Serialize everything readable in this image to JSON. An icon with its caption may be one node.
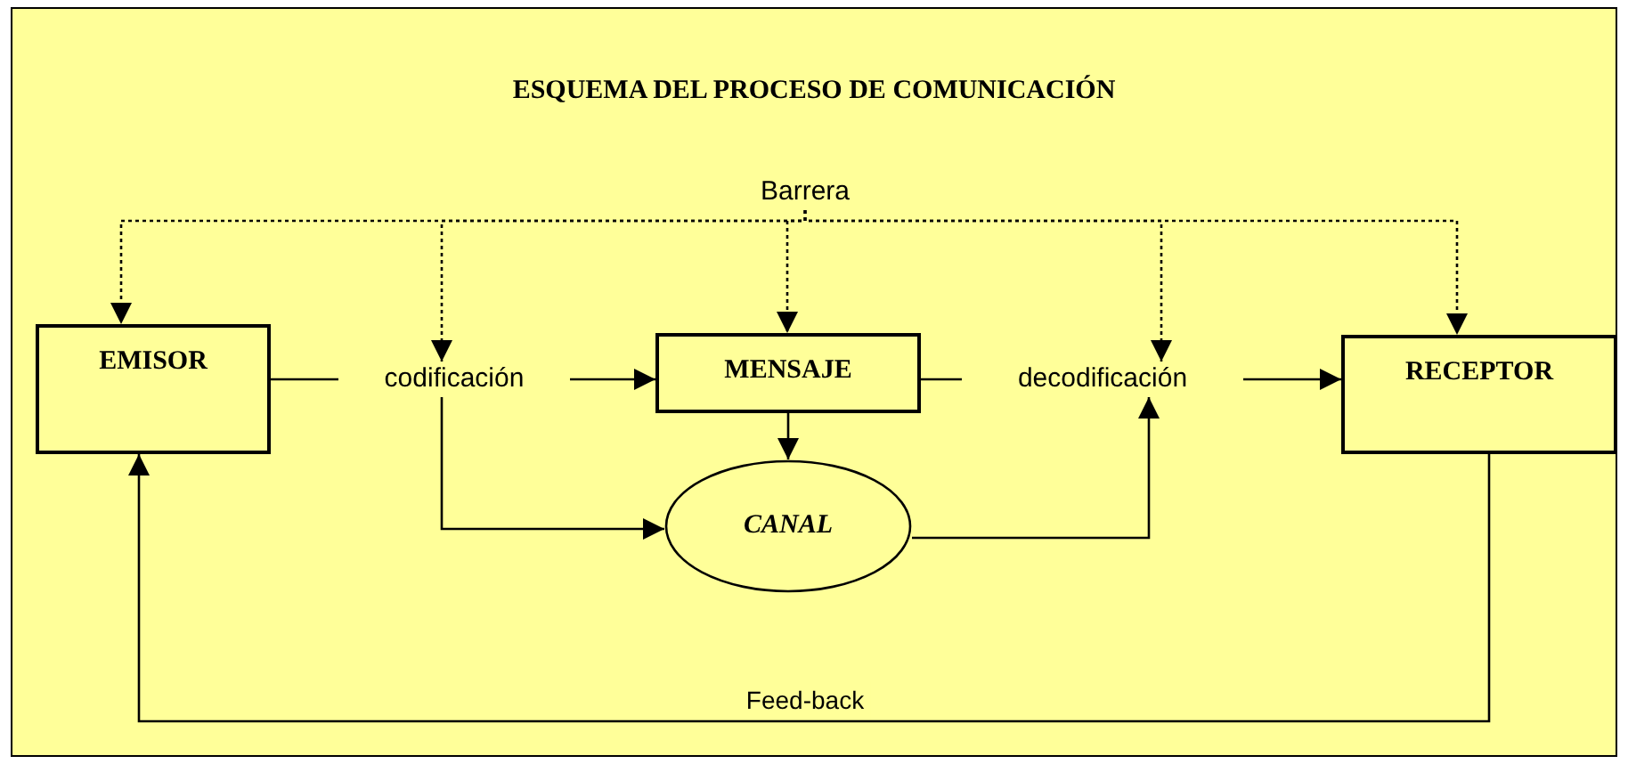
{
  "diagram": {
    "title": "ESQUEMA DEL PROCESO DE COMUNICACIÓN",
    "nodes": [
      {
        "text": [
          "Barrera"
        ]
      },
      {
        "text": [
          "EMISOR"
        ]
      },
      {
        "text": [
          "codificación"
        ]
      },
      {
        "text": [
          "MENSAJE"
        ]
      },
      {
        "text": [
          "decodificación"
        ]
      },
      {
        "text": [
          "RECEPTOR"
        ]
      },
      {
        "text": [
          "CANAL"
        ]
      }
    ],
    "edges": [
      {
        "from": 0,
        "to": 1,
        "arrow": "to",
        "style": "dashed"
      },
      {
        "from": 0,
        "to": 2,
        "arrow": "to",
        "style": "dashed"
      },
      {
        "from": 0,
        "to": 3,
        "arrow": "to",
        "style": "dashed"
      },
      {
        "from": 0,
        "to": 4,
        "arrow": "to",
        "style": "dashed"
      },
      {
        "from": 0,
        "to": 5,
        "arrow": "to",
        "style": "dashed"
      },
      {
        "from": 1,
        "to": 2,
        "arrow": "none"
      },
      {
        "from": 2,
        "to": 3,
        "arrow": "to"
      },
      {
        "from": 3,
        "to": 4,
        "arrow": "none"
      },
      {
        "from": 4,
        "to": 5,
        "arrow": "to"
      },
      {
        "from": 3,
        "to": 6,
        "arrow": "to"
      },
      {
        "from": 2,
        "to": 6,
        "arrow": "to"
      },
      {
        "from": 6,
        "to": 4,
        "arrow": "to"
      },
      {
        "from": 5,
        "to": 1,
        "arrow": "to",
        "label": "Feed-back"
      }
    ]
  }
}
